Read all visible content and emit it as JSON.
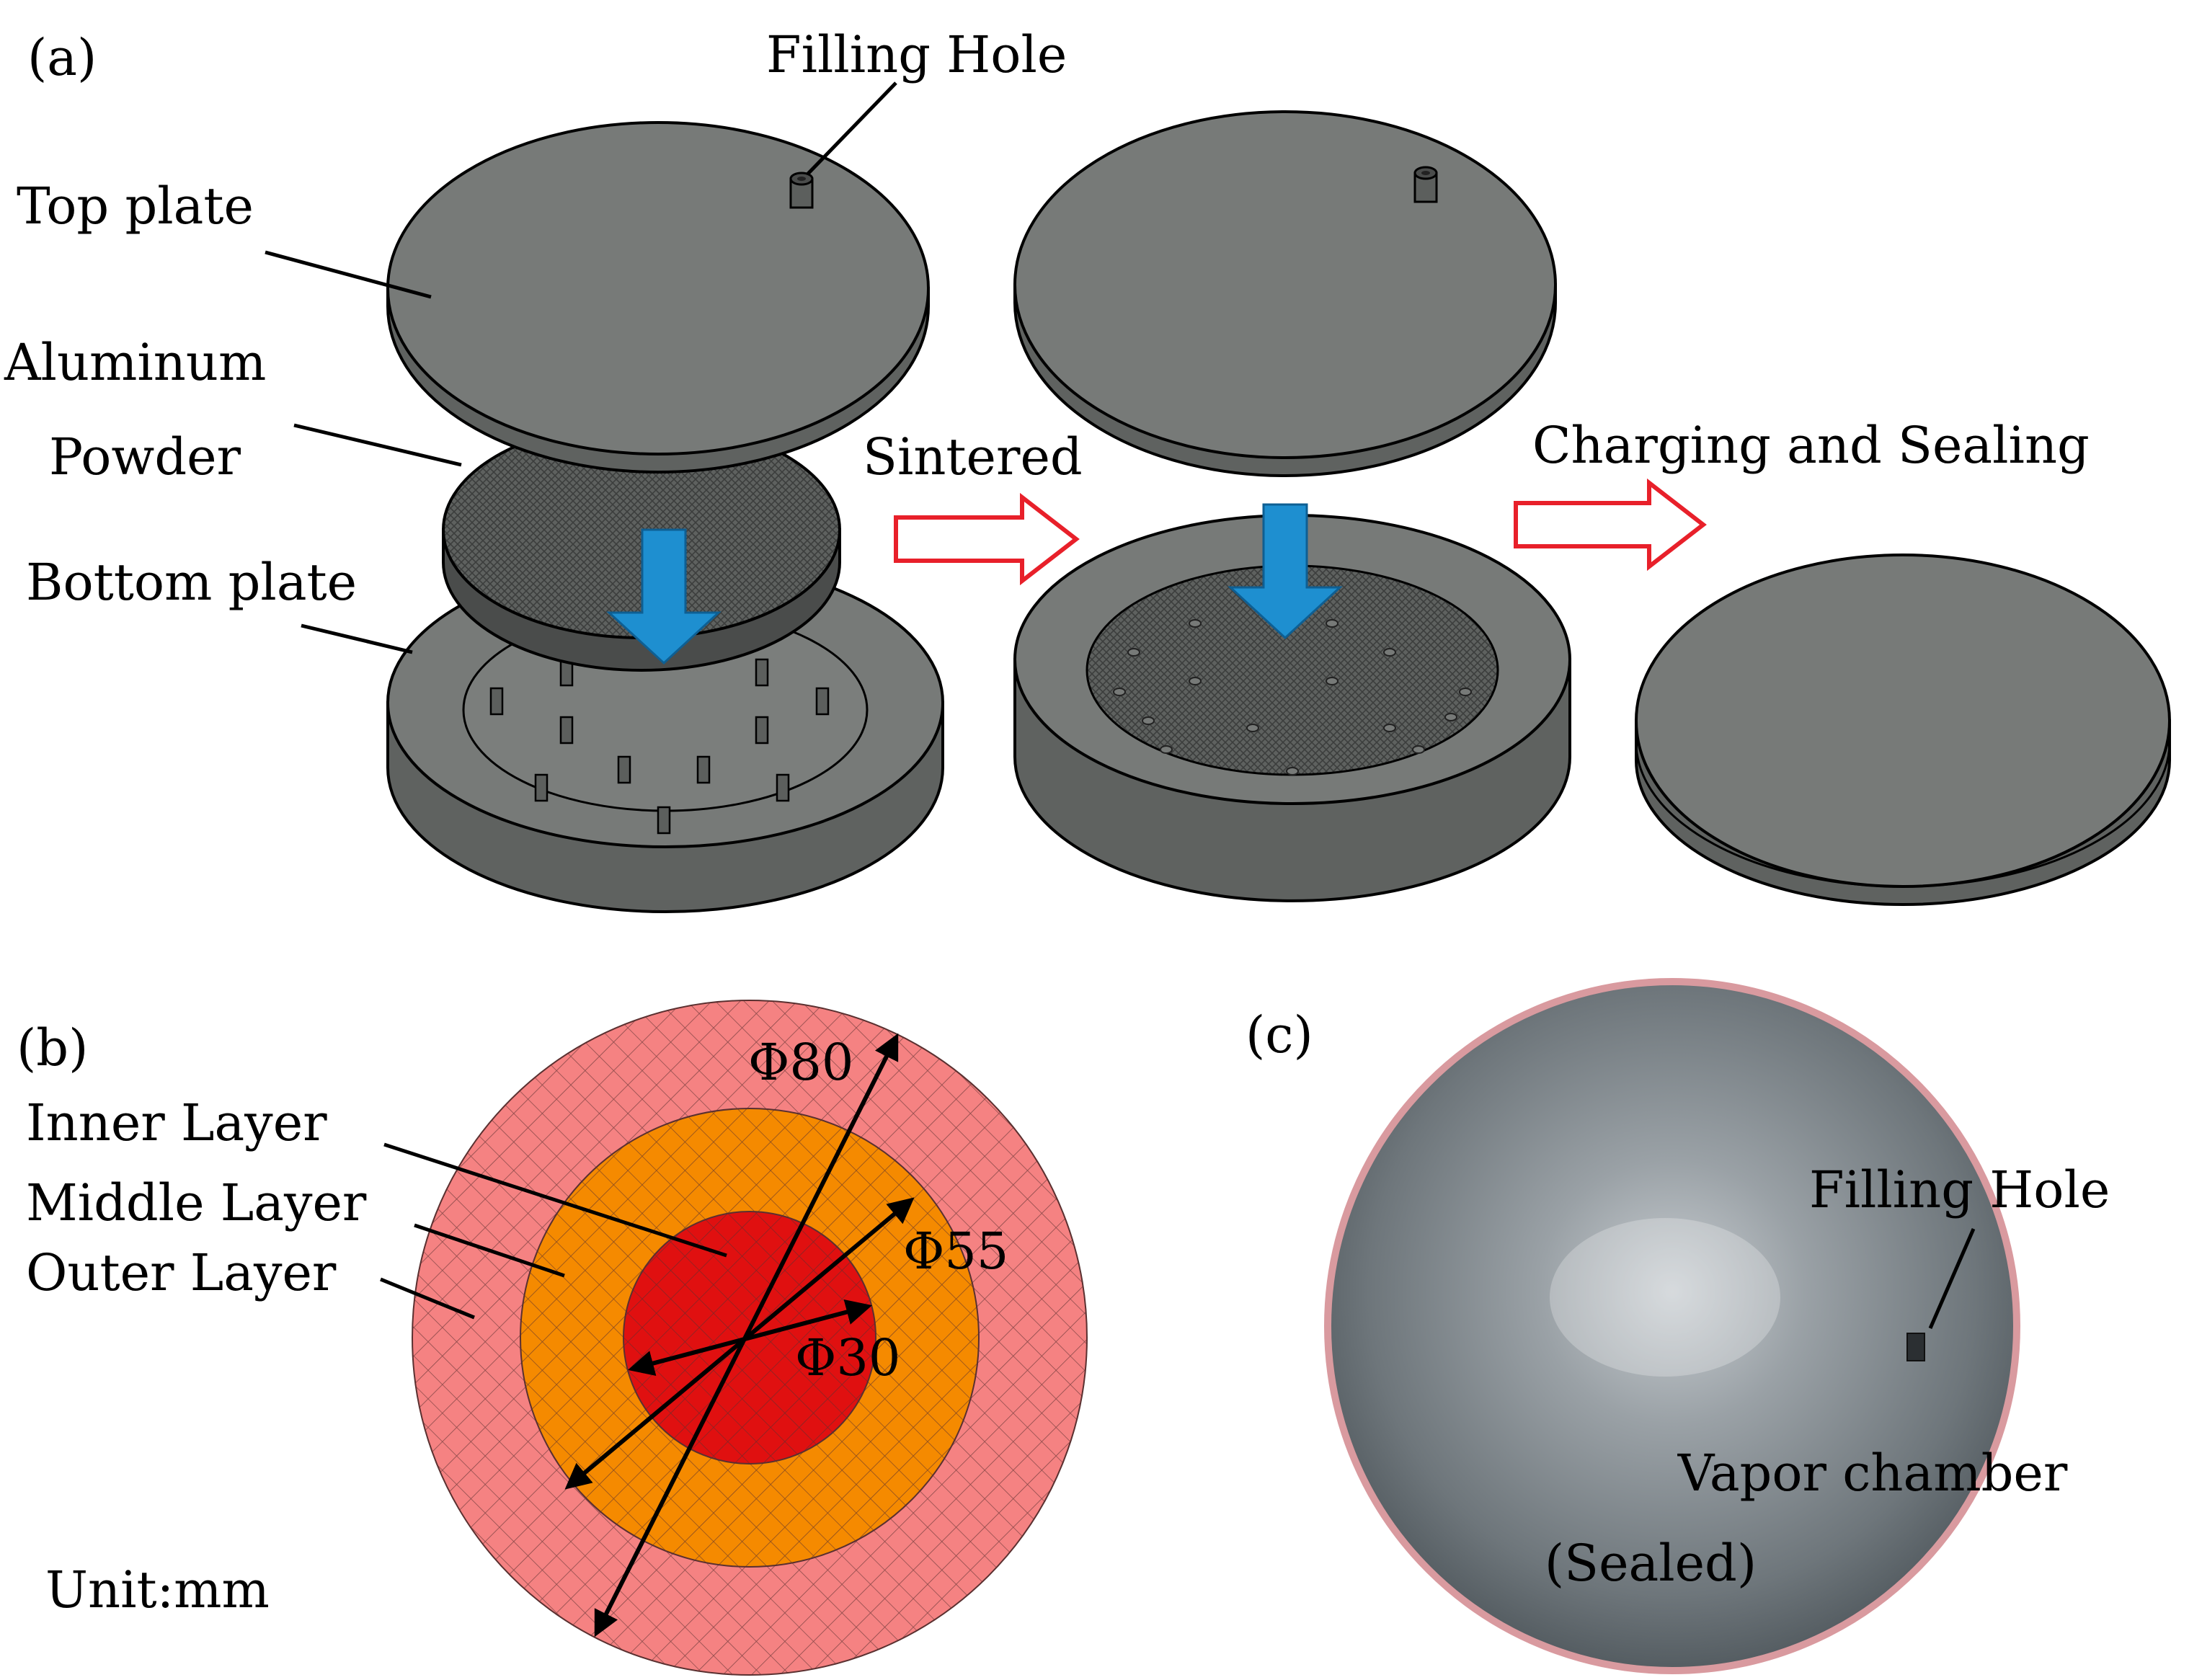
{
  "panel_a": {
    "tag": "(a)",
    "filling_hole": "Filling Hole",
    "top_plate": "Top plate",
    "aluminum": "Aluminum",
    "powder": "Powder",
    "bottom_plate": "Bottom plate",
    "sintered": "Sintered",
    "charging": "Charging and Sealing"
  },
  "panel_b": {
    "tag": "(b)",
    "inner": "Inner Layer",
    "middle": "Middle Layer",
    "outer": "Outer Layer",
    "d80": "Φ80",
    "d55": "Φ55",
    "d30": "Φ30",
    "unit": "Unit:mm"
  },
  "panel_c": {
    "tag": "(c)",
    "filling_hole": "Filling Hole",
    "vapor": "Vapor chamber",
    "sealed": "(Sealed)"
  },
  "colors": {
    "plate": "#777a78",
    "plate_dark": "#5f6260",
    "arrow_blue": "#1e8fd0",
    "arrow_red": "#e8202a",
    "outer_layer": "#f58282",
    "middle_layer": "#f58a00",
    "inner_layer": "#e01010"
  }
}
